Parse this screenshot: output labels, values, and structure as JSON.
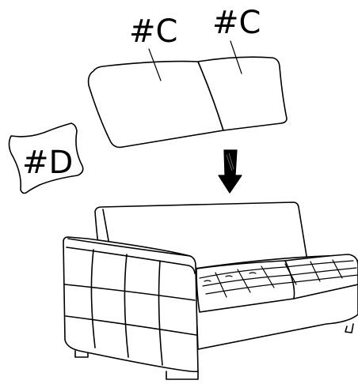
{
  "labels": {
    "cushion_left": "#C",
    "cushion_right": "#C",
    "pillow": "#D"
  },
  "colors": {
    "line": "#000000",
    "background": "#ffffff"
  },
  "icons": {
    "arrow": "down-arrow-icon"
  }
}
